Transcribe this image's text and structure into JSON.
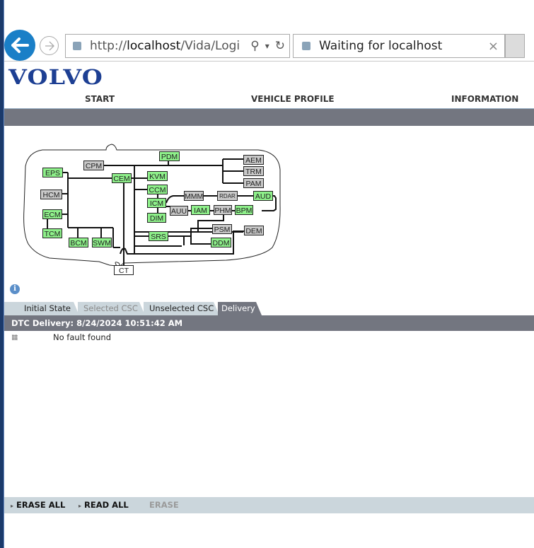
{
  "browser": {
    "url_prefix": "http://",
    "url_host": "localhost",
    "url_path": "/Vida/Logi",
    "tab_title": "Waiting for localhost",
    "tab_close": "×",
    "search_icon": "⚲",
    "dropdown_icon": "▾",
    "refresh_icon": "↻"
  },
  "app": {
    "logo": "VOLVO",
    "nav": [
      {
        "label": "START"
      },
      {
        "label": "VEHICLE PROFILE"
      },
      {
        "label": "INFORMATION"
      }
    ]
  },
  "diagram": {
    "colors": {
      "ok": "#8ef08a",
      "not_installed": "#c8c8c8"
    },
    "modules": [
      {
        "id": "CPM",
        "status": "grey"
      },
      {
        "id": "PDM",
        "status": "green"
      },
      {
        "id": "AEM",
        "status": "grey"
      },
      {
        "id": "TRM",
        "status": "grey"
      },
      {
        "id": "PAM",
        "status": "grey"
      },
      {
        "id": "EPS",
        "status": "green"
      },
      {
        "id": "CEM",
        "status": "green"
      },
      {
        "id": "KVM",
        "status": "green"
      },
      {
        "id": "HCM",
        "status": "grey"
      },
      {
        "id": "CCM",
        "status": "green"
      },
      {
        "id": "MMM",
        "status": "grey"
      },
      {
        "id": "RDAR",
        "status": "grey"
      },
      {
        "id": "AUD",
        "status": "green"
      },
      {
        "id": "ICM",
        "status": "green"
      },
      {
        "id": "AUU",
        "status": "grey"
      },
      {
        "id": "IAM",
        "status": "green"
      },
      {
        "id": "PHM",
        "status": "grey"
      },
      {
        "id": "BPM",
        "status": "green"
      },
      {
        "id": "ECM",
        "status": "green"
      },
      {
        "id": "DIM",
        "status": "green"
      },
      {
        "id": "TCM",
        "status": "green"
      },
      {
        "id": "PSM",
        "status": "grey"
      },
      {
        "id": "DEM",
        "status": "grey"
      },
      {
        "id": "SRS",
        "status": "green"
      },
      {
        "id": "BCM",
        "status": "green"
      },
      {
        "id": "SWM",
        "status": "green"
      },
      {
        "id": "DDM",
        "status": "green"
      },
      {
        "id": "CT",
        "status": "white"
      }
    ]
  },
  "info_icon": "i",
  "tabs": [
    {
      "label": "Initial State",
      "state": "normal"
    },
    {
      "label": "Selected CSC",
      "state": "disabled"
    },
    {
      "label": "Unselected CSC",
      "state": "normal"
    },
    {
      "label": "Delivery",
      "state": "active"
    }
  ],
  "dtc": {
    "header": "DTC Delivery: 8/24/2024 10:51:42 AM",
    "rows": [
      {
        "text": "No fault found"
      }
    ]
  },
  "actions": [
    {
      "label": "ERASE ALL",
      "enabled": true
    },
    {
      "label": "READ ALL",
      "enabled": true
    },
    {
      "label": "ERASE",
      "enabled": false
    }
  ]
}
